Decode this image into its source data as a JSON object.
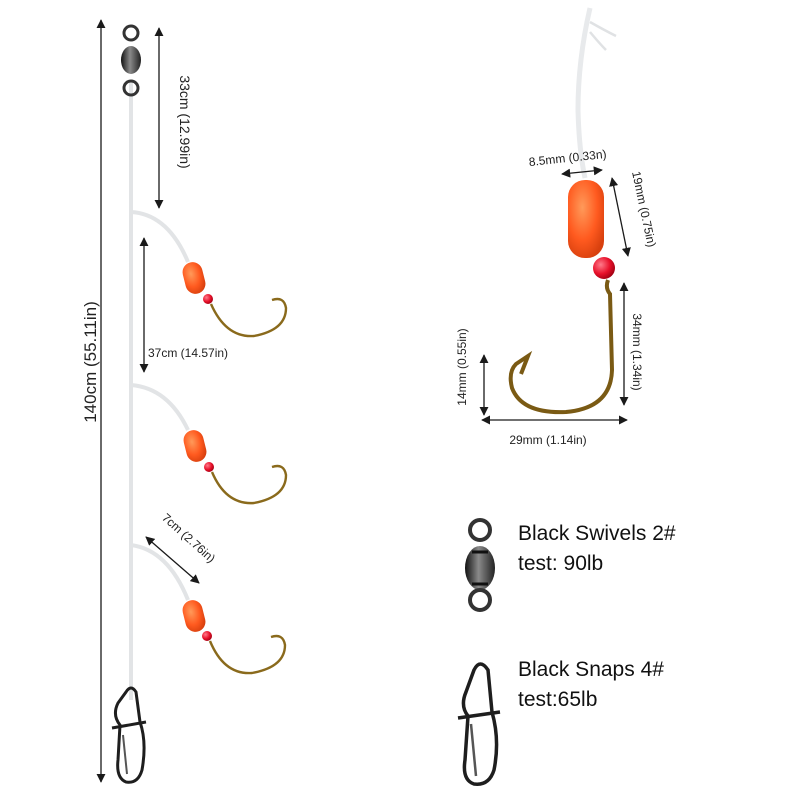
{
  "dimensions": {
    "total_length": "140cm (55.11in)",
    "top_segment": "33cm (12.99in)",
    "branch_spacing": "37cm (14.57in)",
    "dropper_length": "7cm (2.76in)",
    "float_width": "8.5mm (0.33n)",
    "float_length": "19mm (0.75in)",
    "hook_length": "34mm (1.34in)",
    "hook_gap": "14mm (0.55in)",
    "hook_width": "29mm (1.14in)"
  },
  "legend": {
    "swivels_title": "Black Swivels 2#",
    "swivels_test": "test: 90lb",
    "snaps_title": "Black Snaps 4#",
    "snaps_test": "test:65lb"
  },
  "colors": {
    "line": "#e2e4e6",
    "float": "#ff5a1f",
    "bead": "#e8102a",
    "hook": "#8a6a1c",
    "metal": "#2b2b2b",
    "arrow": "#1a1a1a"
  },
  "icons": [
    "swivel-icon",
    "snap-icon",
    "hook-icon",
    "float-icon",
    "bead-icon"
  ]
}
